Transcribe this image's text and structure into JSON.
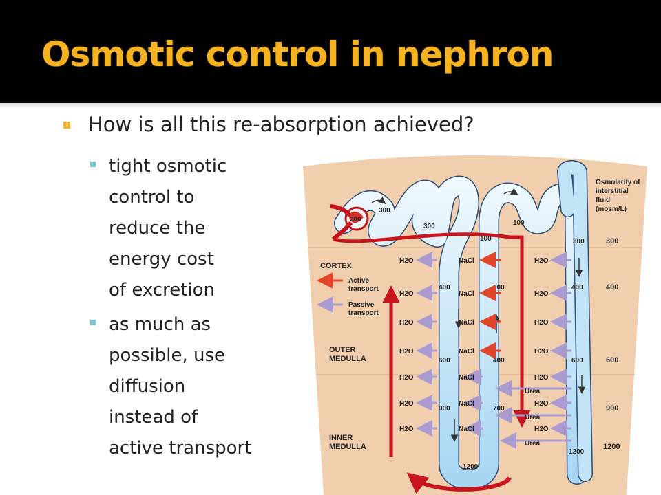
{
  "title": "Osmotic control in nephron",
  "bullet": "How is all this re-absorption achieved?",
  "subbullets": [
    "tight osmotic\ncontrol to\nreduce the\nenergy cost\nof excretion",
    "as much as\npossible, use\ndiffusion\ninstead of\nactive transport"
  ],
  "diagram": {
    "heading": [
      "Osmolarity of",
      "interstitial",
      "fluid",
      "(mosm/L)"
    ],
    "zones": {
      "cortex": "CORTEX",
      "outer": [
        "OUTER",
        "MEDULLA"
      ],
      "inner": [
        "INNER",
        "MEDULLA"
      ]
    },
    "legend": {
      "active": [
        "Active",
        "transport"
      ],
      "passive": [
        "Passive",
        "transport"
      ]
    },
    "interstitial_values": [
      "300",
      "400",
      "600",
      "900",
      "1200"
    ],
    "tube_values": {
      "glom": "300",
      "pct": "300",
      "pct2": "300",
      "dct": "100",
      "tal_top": "100",
      "cd_top": "300",
      "desc_400": "400",
      "desc_600": "600",
      "desc_900": "900",
      "asc_200": "200",
      "asc_400": "400",
      "asc_700": "700",
      "bend": "1200",
      "cd_400": "400",
      "cd_600": "600",
      "cd_1200": "1200"
    },
    "labels": {
      "water": "H2O",
      "salt": "NaCl",
      "urea": "Urea"
    },
    "colors": {
      "background": "#f1cfae",
      "tubule": "#cde9f7",
      "active": "#e2462a",
      "passive": "#a99bd0",
      "red": "#c8141c"
    }
  }
}
